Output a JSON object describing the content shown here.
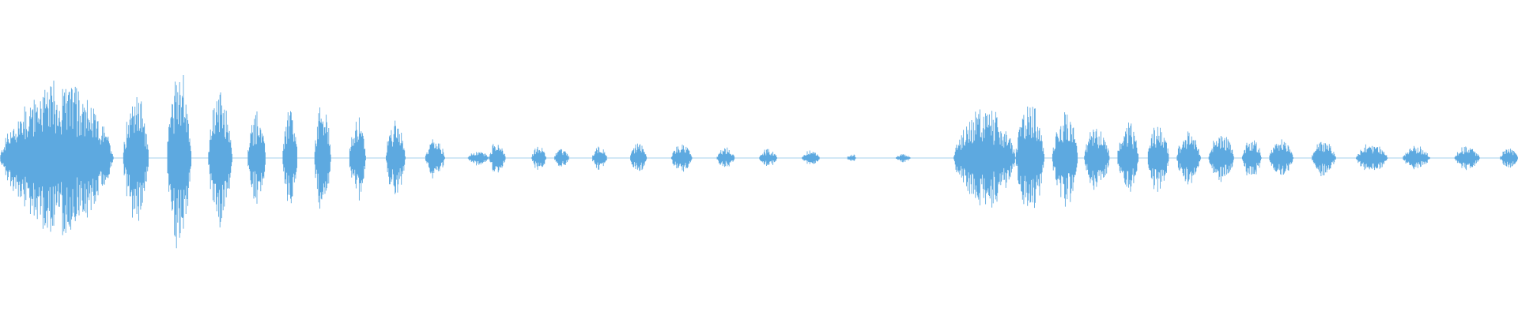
{
  "waveform": {
    "color": "#5DA9E0",
    "background": "#ffffff",
    "bursts": [
      {
        "start": 0.0,
        "end": 0.075,
        "peak": 0.5
      },
      {
        "start": 0.081,
        "end": 0.098,
        "peak": 0.45
      },
      {
        "start": 0.11,
        "end": 0.126,
        "peak": 0.6
      },
      {
        "start": 0.137,
        "end": 0.153,
        "peak": 0.45
      },
      {
        "start": 0.163,
        "end": 0.175,
        "peak": 0.3
      },
      {
        "start": 0.186,
        "end": 0.196,
        "peak": 0.32
      },
      {
        "start": 0.207,
        "end": 0.218,
        "peak": 0.38
      },
      {
        "start": 0.23,
        "end": 0.241,
        "peak": 0.28
      },
      {
        "start": 0.254,
        "end": 0.267,
        "peak": 0.25
      },
      {
        "start": 0.28,
        "end": 0.293,
        "peak": 0.14
      },
      {
        "start": 0.308,
        "end": 0.322,
        "peak": 0.05
      },
      {
        "start": 0.322,
        "end": 0.333,
        "peak": 0.11
      },
      {
        "start": 0.35,
        "end": 0.36,
        "peak": 0.08
      },
      {
        "start": 0.365,
        "end": 0.375,
        "peak": 0.06
      },
      {
        "start": 0.39,
        "end": 0.4,
        "peak": 0.09
      },
      {
        "start": 0.415,
        "end": 0.426,
        "peak": 0.1
      },
      {
        "start": 0.442,
        "end": 0.456,
        "peak": 0.1
      },
      {
        "start": 0.472,
        "end": 0.484,
        "peak": 0.07
      },
      {
        "start": 0.5,
        "end": 0.512,
        "peak": 0.06
      },
      {
        "start": 0.528,
        "end": 0.54,
        "peak": 0.05
      },
      {
        "start": 0.558,
        "end": 0.564,
        "peak": 0.03
      },
      {
        "start": 0.59,
        "end": 0.6,
        "peak": 0.03
      },
      {
        "start": 0.628,
        "end": 0.669,
        "peak": 0.33
      },
      {
        "start": 0.669,
        "end": 0.688,
        "peak": 0.4
      },
      {
        "start": 0.693,
        "end": 0.71,
        "peak": 0.33
      },
      {
        "start": 0.714,
        "end": 0.731,
        "peak": 0.23
      },
      {
        "start": 0.736,
        "end": 0.75,
        "peak": 0.25
      },
      {
        "start": 0.756,
        "end": 0.77,
        "peak": 0.24
      },
      {
        "start": 0.775,
        "end": 0.791,
        "peak": 0.18
      },
      {
        "start": 0.796,
        "end": 0.813,
        "peak": 0.16
      },
      {
        "start": 0.818,
        "end": 0.831,
        "peak": 0.14
      },
      {
        "start": 0.836,
        "end": 0.852,
        "peak": 0.12
      },
      {
        "start": 0.864,
        "end": 0.88,
        "peak": 0.12
      },
      {
        "start": 0.893,
        "end": 0.914,
        "peak": 0.1
      },
      {
        "start": 0.924,
        "end": 0.942,
        "peak": 0.08
      },
      {
        "start": 0.958,
        "end": 0.975,
        "peak": 0.08
      },
      {
        "start": 0.988,
        "end": 1.0,
        "peak": 0.07
      }
    ]
  }
}
